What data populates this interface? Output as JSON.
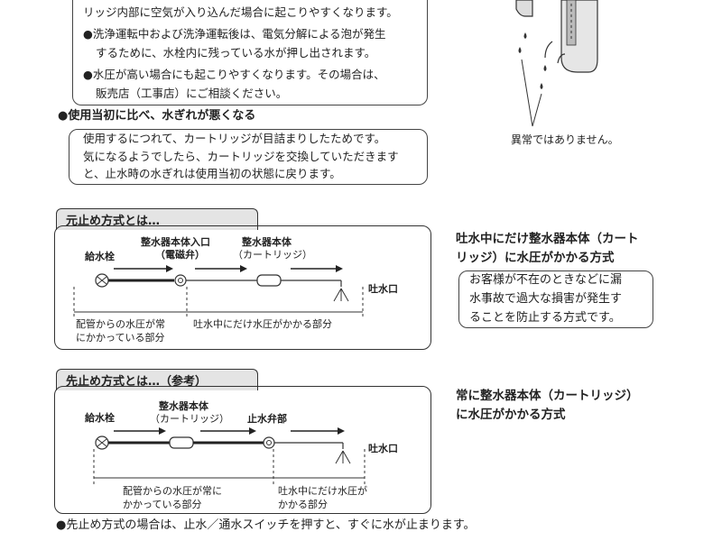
{
  "top_notes": {
    "line1": "リッジ内部に空気が入り込んだ場合に起こりやすくなります。",
    "bullet1a": "●洗浄運転中および洗浄運転後は、電気分解による泡が発生",
    "bullet1b": "するために、水栓内に残っている水が押し出されます。",
    "bullet2a": "●水圧が高い場合にも起こりやすくなります。その場合は、",
    "bullet2b": "販売店（工事店）にご相談ください。"
  },
  "section2": {
    "heading": "●使用当初に比べ、水ぎれが悪くなる",
    "line1": "使用するにつれて、カートリッジが目詰まりしたためです。",
    "line2": "気になるようでしたら、カートリッジを交換していただきます",
    "line3": "と、止水時の水ぎれは使用当初の状態に戻ります。"
  },
  "illustration": {
    "caption": "異常ではありません。"
  },
  "diagram1": {
    "tab": "元止め方式とは…",
    "label_inlet": "給水栓",
    "label_body_inlet": "整水器本体入口",
    "label_valve": "（電磁弁）",
    "label_body": "整水器本体",
    "label_cartridge": "（カートリッジ）",
    "label_outlet": "吐水口",
    "bottom_left_1": "配管からの水圧が常",
    "bottom_left_2": "にかかっている部分",
    "bottom_right": "吐水中にだけ水圧がかかる部分",
    "desc_title_1": "吐水中にだけ整水器本体（カート",
    "desc_title_2": "リッジ）に水圧がかかる方式",
    "desc_1": "お客様が不在のときなどに漏",
    "desc_2": "水事故で過大な損害が発生す",
    "desc_3": "ることを防止する方式です。"
  },
  "diagram2": {
    "tab": "先止め方式とは…（参考）",
    "label_inlet": "給水栓",
    "label_body": "整水器本体",
    "label_cartridge": "（カートリッジ）",
    "label_valve": "止水弁部",
    "label_outlet": "吐水口",
    "bottom_left_1": "配管からの水圧が常に",
    "bottom_left_2": "かかっている部分",
    "bottom_right_1": "吐水中にだけ水圧が",
    "bottom_right_2": "かかる部分",
    "desc_title_1": "常に整水器本体（カートリッジ）",
    "desc_title_2": "に水圧がかかる方式"
  },
  "footer_note": "●先止め方式の場合は、止水／通水スイッチを押すと、すぐに水が止まります。"
}
